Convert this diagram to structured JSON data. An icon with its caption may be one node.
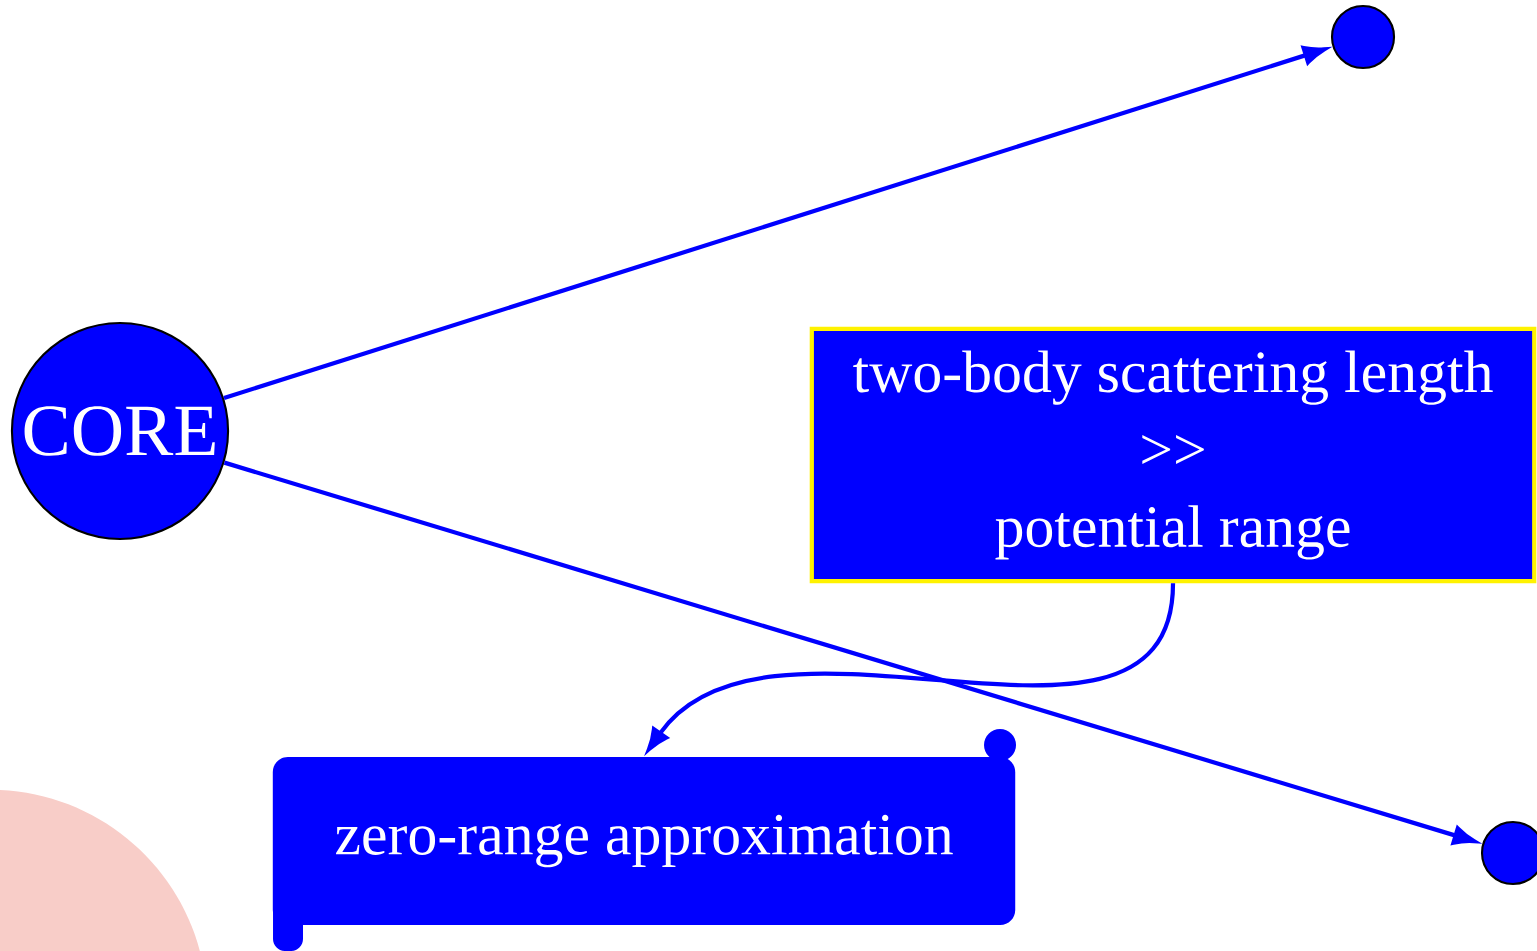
{
  "diagram": {
    "nodes": [
      {
        "text": [
          "CORE"
        ]
      },
      {
        "text": [],
        "shape": "circle"
      },
      {
        "text": [
          "two-body scattering length",
          ">>",
          "potential range"
        ]
      },
      {
        "text": [
          "zero-range approximation"
        ]
      },
      {
        "text": [],
        "shape": "circle"
      }
    ],
    "edges": [
      {
        "from": 0,
        "to": 1,
        "arrow": "to"
      },
      {
        "from": 0,
        "to": 4,
        "arrow": "to"
      },
      {
        "from": 2,
        "to": 3,
        "arrow": "to"
      }
    ]
  }
}
